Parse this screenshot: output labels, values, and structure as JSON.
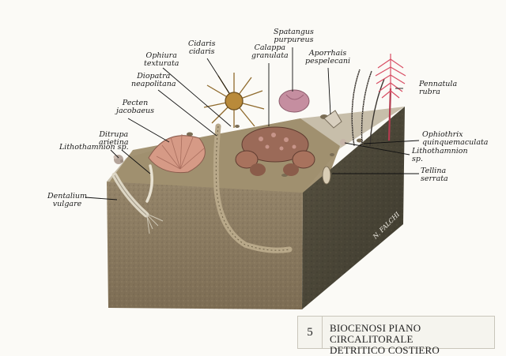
{
  "labels": {
    "cidaris": [
      "Cidaris",
      "cidaris"
    ],
    "spatangus": [
      "Spatangus",
      "purpureus"
    ],
    "calappa": [
      "Calappa",
      "granulata"
    ],
    "aporrhais": [
      "Aporrhais",
      "pespelecani"
    ],
    "ophiura": [
      "Ophiura",
      "texturata"
    ],
    "diopatra": [
      "Diopatra",
      "neapolitana"
    ],
    "pecten": [
      "Pecten",
      "jacobaeus"
    ],
    "ditrupa": [
      "Ditrupa",
      "arietina"
    ],
    "lithothamnion_left": "Lithothamnion sp.",
    "pennatula": [
      "Pennatula",
      "rubra"
    ],
    "ophiothrix": [
      "Ophiothrix",
      "quinquemaculata"
    ],
    "lithothamnion_right": [
      "Lithothamnion",
      "sp."
    ],
    "tellina": [
      "Tellina",
      "serrata"
    ],
    "dentalium": [
      "Dentalium",
      "vulgare"
    ]
  },
  "signature": "N. FALCHI",
  "plate": {
    "number": "5",
    "title_line1": "BIOCENOSI PIANO CIRCALITORALE",
    "title_line2": "DETRITICO COSTIERO"
  },
  "colors": {
    "background": "#fbfaf6",
    "front_face": "#8b7b5e",
    "side_face": "#4a4536",
    "top_surface": "#a49474",
    "pennatula": "#d84d63",
    "spatangus": "#c58ea0",
    "calappa": "#9b6a58",
    "pecten": "#d69a86"
  }
}
